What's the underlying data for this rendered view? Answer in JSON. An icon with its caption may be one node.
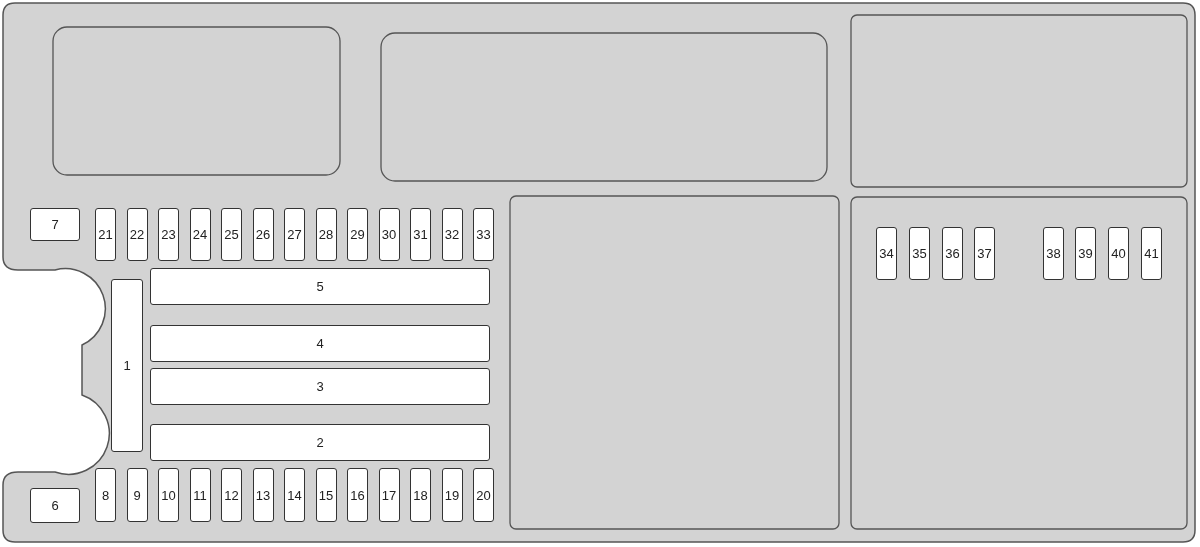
{
  "diagram": {
    "nodes": [
      {
        "text": [
          "7"
        ]
      },
      {
        "text": [
          "21"
        ]
      },
      {
        "text": [
          "22"
        ]
      },
      {
        "text": [
          "23"
        ]
      },
      {
        "text": [
          "24"
        ]
      },
      {
        "text": [
          "25"
        ]
      },
      {
        "text": [
          "26"
        ]
      },
      {
        "text": [
          "27"
        ]
      },
      {
        "text": [
          "28"
        ]
      },
      {
        "text": [
          "29"
        ]
      },
      {
        "text": [
          "30"
        ]
      },
      {
        "text": [
          "31"
        ]
      },
      {
        "text": [
          "32"
        ]
      },
      {
        "text": [
          "33"
        ]
      },
      {
        "text": [
          "34"
        ]
      },
      {
        "text": [
          "35"
        ]
      },
      {
        "text": [
          "36"
        ]
      },
      {
        "text": [
          "37"
        ]
      },
      {
        "text": [
          "38"
        ]
      },
      {
        "text": [
          "39"
        ]
      },
      {
        "text": [
          "40"
        ]
      },
      {
        "text": [
          "41"
        ]
      },
      {
        "text": [
          "5"
        ]
      },
      {
        "text": [
          "1"
        ]
      },
      {
        "text": [
          "4"
        ]
      },
      {
        "text": [
          "3"
        ]
      },
      {
        "text": [
          "2"
        ]
      },
      {
        "text": [
          "6"
        ]
      },
      {
        "text": [
          "8"
        ]
      },
      {
        "text": [
          "9"
        ]
      },
      {
        "text": [
          "10"
        ]
      },
      {
        "text": [
          "11"
        ]
      },
      {
        "text": [
          "12"
        ]
      },
      {
        "text": [
          "13"
        ]
      },
      {
        "text": [
          "14"
        ]
      },
      {
        "text": [
          "15"
        ]
      },
      {
        "text": [
          "16"
        ]
      },
      {
        "text": [
          "17"
        ]
      },
      {
        "text": [
          "18"
        ]
      },
      {
        "text": [
          "19"
        ]
      },
      {
        "text": [
          "20"
        ]
      }
    ]
  }
}
